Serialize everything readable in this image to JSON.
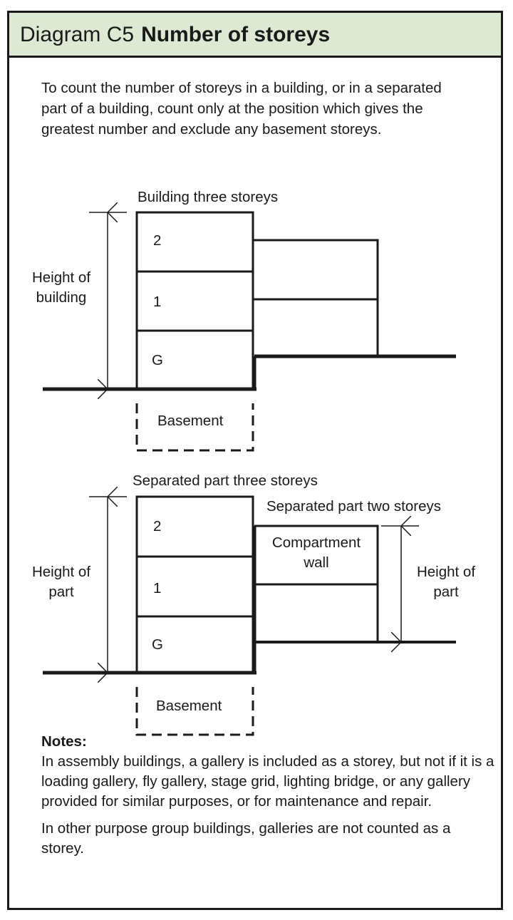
{
  "header": {
    "prefix": "Diagram C5",
    "title": "Number of storeys"
  },
  "intro": "To count the number of storeys in a building, or in a separated part of a building, count only at the position which gives the greatest number and exclude any basement storeys.",
  "diagram1": {
    "caption": "Building three storeys",
    "height_label_line1": "Height of",
    "height_label_line2": "building",
    "storeys": [
      "2",
      "1",
      "G"
    ],
    "basement": "Basement"
  },
  "diagram2": {
    "caption_left": "Separated part three storeys",
    "caption_right": "Separated part two storeys",
    "height_left_line1": "Height of",
    "height_left_line2": "part",
    "height_right_line1": "Height of",
    "height_right_line2": "part",
    "storeys": [
      "2",
      "1",
      "G"
    ],
    "compartment_line1": "Compartment",
    "compartment_line2": "wall",
    "basement": "Basement"
  },
  "notes": {
    "heading": "Notes:",
    "para1": "In assembly buildings, a gallery is included as a storey, but not if it is a loading gallery, fly gallery, stage grid, lighting bridge, or any gallery provided for similar purposes, or for maintenance and repair.",
    "para2": "In other purpose group buildings, galleries are not counted as a storey."
  },
  "colors": {
    "header_bg": "#dde9d2",
    "line": "#1a1a1a"
  }
}
